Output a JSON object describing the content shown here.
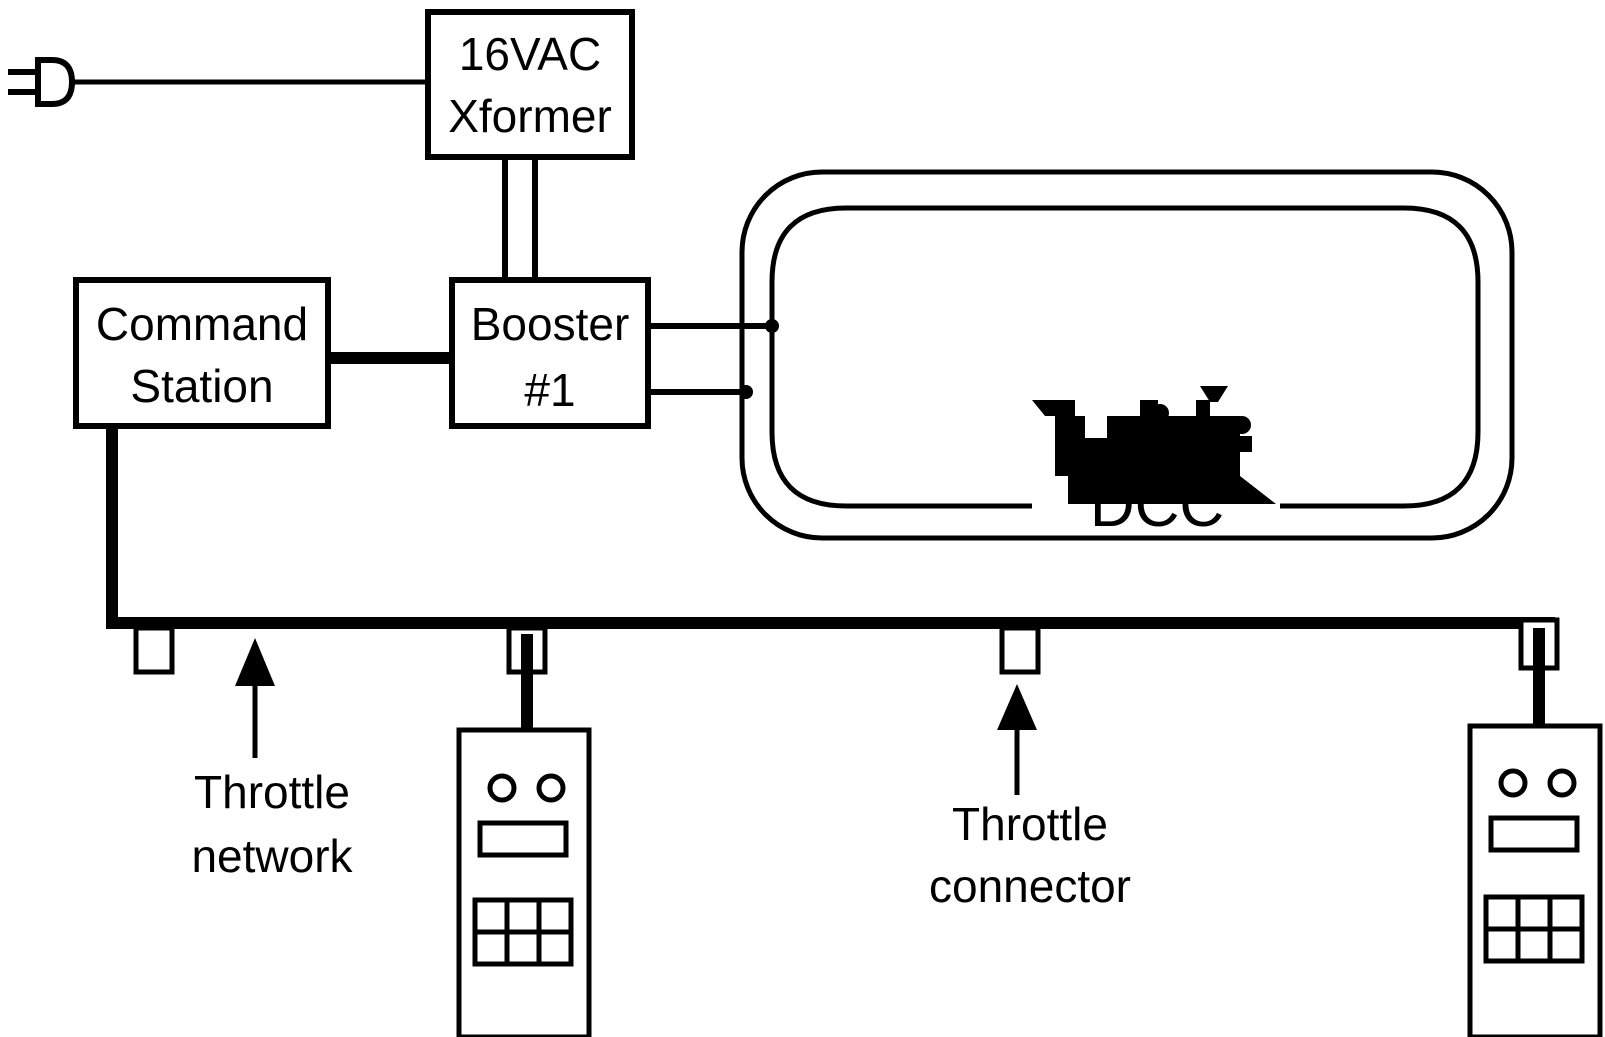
{
  "transformer": {
    "line1": "16VAC",
    "line2": "Xformer"
  },
  "command_station": {
    "line1": "Command",
    "line2": "Station"
  },
  "booster": {
    "line1": "Booster",
    "line2": "#1"
  },
  "locomotive": {
    "label": "DCC"
  },
  "throttle_network_label": {
    "line1": "Throttle",
    "line2": "network"
  },
  "throttle_connector_label": {
    "line1": "Throttle",
    "line2": "connector"
  },
  "icons": [
    "power-plug-icon",
    "locomotive-icon",
    "throttle-icon"
  ]
}
